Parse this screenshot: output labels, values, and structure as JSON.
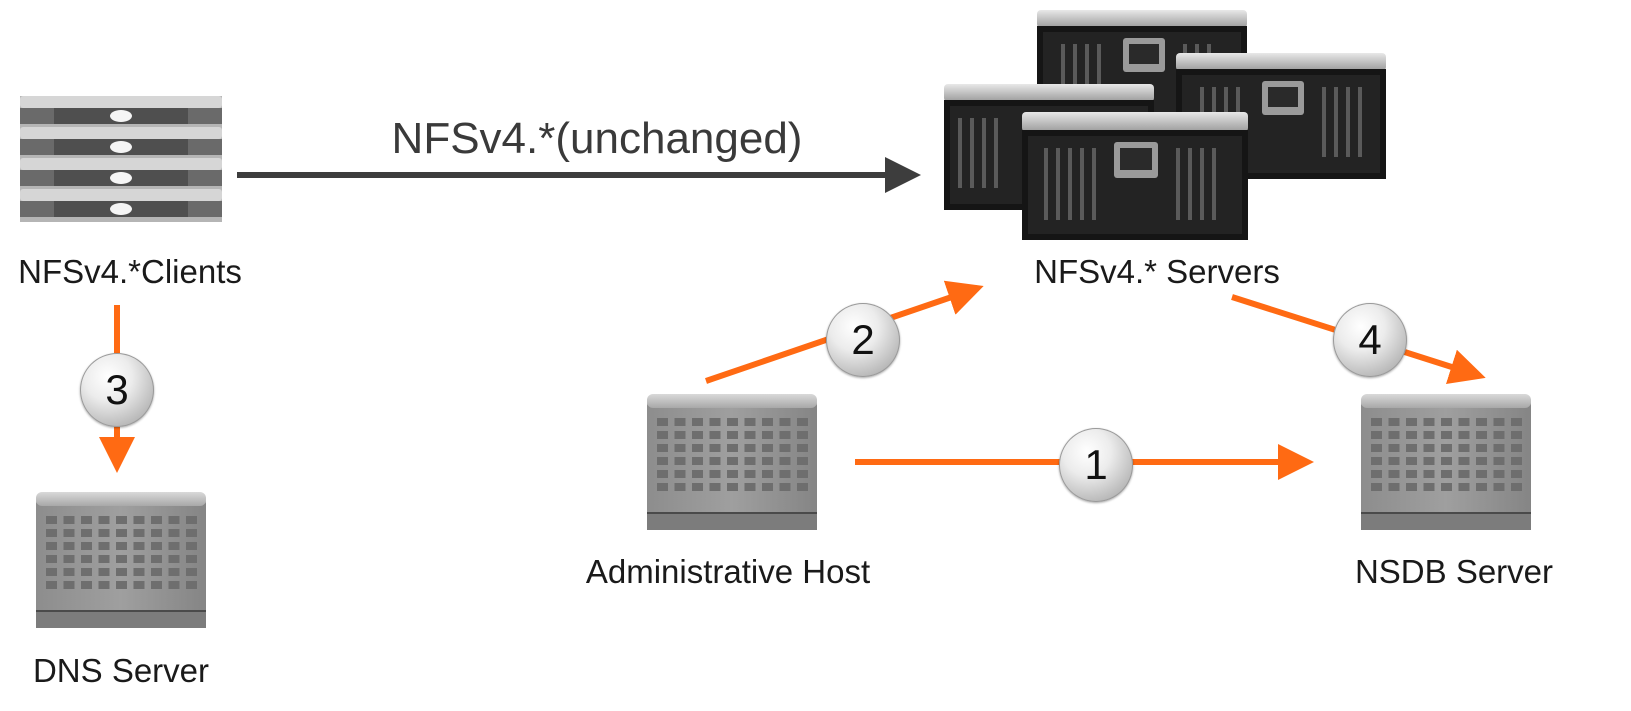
{
  "nodes": {
    "clients": {
      "label": "NFSv4.*Clients",
      "icon": "rack-server-icon"
    },
    "servers": {
      "label": "NFSv4.* Servers",
      "icon": "storage-array-icon"
    },
    "dns": {
      "label": "DNS Server",
      "icon": "server-tower-icon"
    },
    "admin": {
      "label": "Administrative Host",
      "icon": "server-tower-icon"
    },
    "nsdb": {
      "label": "NSDB Server",
      "icon": "server-tower-icon"
    }
  },
  "edges": {
    "protocol": {
      "label": "NFSv4.*(unchanged)",
      "color": "#3d3d3d"
    },
    "step1": {
      "number": "1",
      "from": "admin",
      "to": "nsdb"
    },
    "step2": {
      "number": "2",
      "from": "admin",
      "to": "servers"
    },
    "step3": {
      "number": "3",
      "from": "clients",
      "to": "dns"
    },
    "step4": {
      "number": "4",
      "from": "servers",
      "to": "nsdb"
    }
  },
  "colors": {
    "accent": "#ff6a13",
    "dark_arrow": "#3d3d3d"
  }
}
